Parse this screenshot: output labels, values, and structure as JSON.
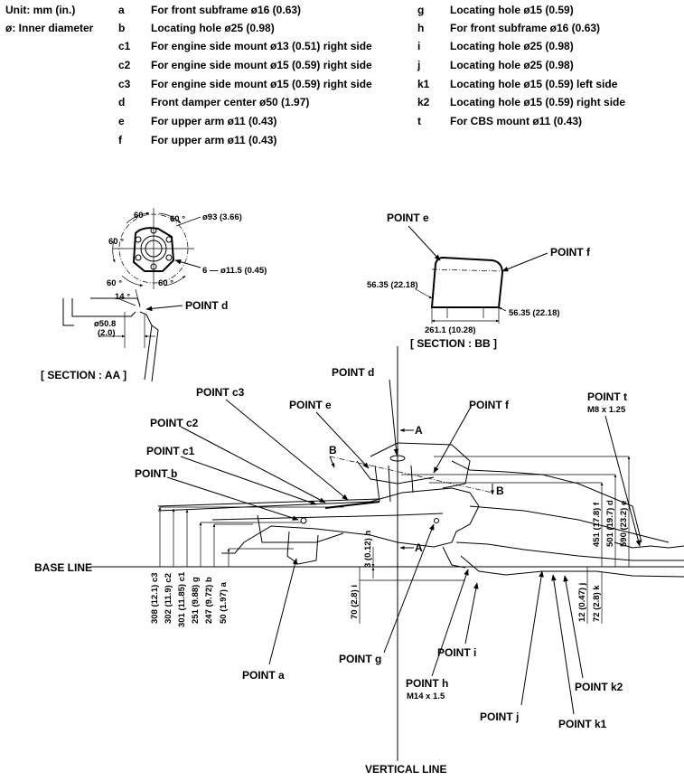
{
  "legend": {
    "unit_label": "Unit: mm (in.)",
    "diameter_label": "ø: Inner diameter",
    "col1": [
      {
        "code": "a",
        "text": "For front subframe ø16 (0.63)"
      },
      {
        "code": "b",
        "text": "Locating hole ø25 (0.98)"
      },
      {
        "code": "c1",
        "text": "For engine side mount ø13 (0.51) right side"
      },
      {
        "code": "c2",
        "text": "For engine side mount ø15 (0.59) right side"
      },
      {
        "code": "c3",
        "text": "For engine side mount ø15 (0.59) right side"
      },
      {
        "code": "d",
        "text": "Front damper center ø50 (1.97)"
      },
      {
        "code": "e",
        "text": "For upper arm ø11 (0.43)"
      },
      {
        "code": "f",
        "text": "For upper arm ø11 (0.43)"
      }
    ],
    "col2": [
      {
        "code": "g",
        "text": "Locating hole ø15 (0.59)"
      },
      {
        "code": "h",
        "text": "For front subframe ø16 (0.63)"
      },
      {
        "code": "i",
        "text": "Locating hole ø25 (0.98)"
      },
      {
        "code": "j",
        "text": "Locating hole ø25 (0.98)"
      },
      {
        "code": "k1",
        "text": "Locating hole ø15 (0.59) left side"
      },
      {
        "code": "k2",
        "text": "Locating hole ø15 (0.59) right side"
      },
      {
        "code": "t",
        "text": "For CBS mount ø11 (0.43)"
      }
    ]
  },
  "section_aa": {
    "angles": [
      "60 °",
      "60 °",
      "60 °",
      "60 °",
      "60 °"
    ],
    "dia93": "ø93 (3.66)",
    "holes": "6 — ø11.5 (0.45)",
    "angle14": "14 °",
    "dia50": "ø50.8",
    "dia50_in": "(2.0)",
    "point_d": "POINT d",
    "title": "[ SECTION : AA ]"
  },
  "section_bb": {
    "point_e": "POINT e",
    "point_f": "POINT f",
    "dim_left": "56.35 (22.18)",
    "dim_right": "56.35 (22.18)",
    "dim_width": "261.1 (10.28)",
    "title": "[ SECTION : BB ]"
  },
  "main": {
    "point_d": "POINT d",
    "point_c3": "POINT c3",
    "point_e": "POINT e",
    "point_f": "POINT f",
    "point_t": "POINT t",
    "point_t_sub": "M8 x 1.25",
    "point_c2": "POINT c2",
    "point_c1": "POINT c1",
    "point_b": "POINT b",
    "point_a": "POINT a",
    "point_g": "POINT g",
    "point_h": "POINT h",
    "point_h_sub": "M14 x 1.5",
    "point_i": "POINT i",
    "point_j": "POINT j",
    "point_k1": "POINT k1",
    "point_k2": "POINT k2",
    "base_line": "BASE LINE",
    "vertical_line": "VERTICAL LINE",
    "marker_a": "A",
    "marker_b": "B",
    "dims_left": [
      "308 (12.1) c3",
      "302 (11.9) c2",
      "301 (11.85) c1",
      "251 (9.88) g",
      "247 (9.72) b",
      "50 (1.97) a"
    ],
    "dim_h": "3 (0.12) h",
    "dim_i": "70 (2.8) i",
    "dims_right": [
      "451 (17.8) f",
      "501 (19.7) d",
      "590 (23.2) e"
    ],
    "dims_right_low": [
      "12 (0.47) j",
      "72 (2.8) k"
    ]
  }
}
